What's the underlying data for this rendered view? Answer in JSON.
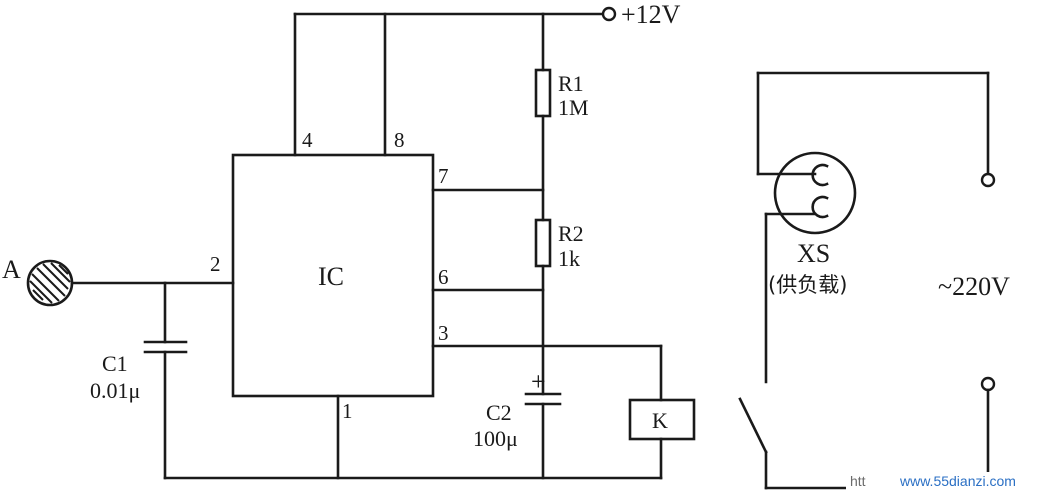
{
  "supply": {
    "label": "+12V"
  },
  "ic": {
    "label": "IC",
    "pins": {
      "p1": "1",
      "p2": "2",
      "p3": "3",
      "p4": "4",
      "p6": "6",
      "p7": "7",
      "p8": "8"
    }
  },
  "sensor": {
    "label": "A"
  },
  "components": {
    "r1": {
      "name": "R1",
      "value": "1M"
    },
    "r2": {
      "name": "R2",
      "value": "1k"
    },
    "c1": {
      "name": "C1",
      "value": "0.01μ"
    },
    "c2": {
      "name": "C2",
      "value": "100μ",
      "polarity": "+"
    },
    "relay": {
      "label": "K"
    }
  },
  "socket": {
    "name": "XS",
    "note": "(供负载)"
  },
  "mains": {
    "label": "~220V"
  },
  "watermark": {
    "text": "www.55dianzi.com",
    "prefix": "htt"
  },
  "colors": {
    "wire": "#1a1a1a",
    "background": "#ffffff",
    "watermark": "#2a6fc4"
  }
}
